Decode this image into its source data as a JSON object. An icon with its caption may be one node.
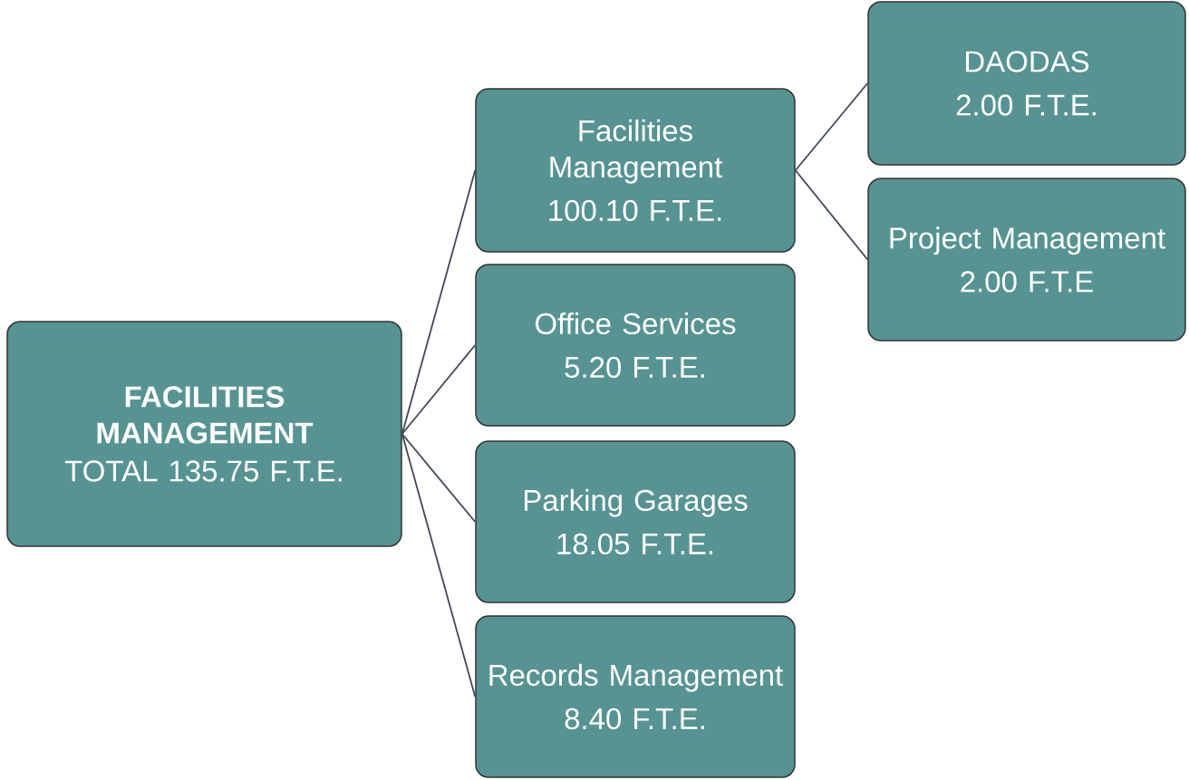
{
  "diagram": {
    "nodes": [
      {
        "text": [
          "FACILITIES MANAGEMENT",
          "TOTAL 135.75 F.T.E."
        ]
      },
      {
        "text": [
          "Facilities Management",
          "100.10 F.T.E."
        ]
      },
      {
        "text": [
          "Office Services",
          "5.20 F.T.E."
        ]
      },
      {
        "text": [
          "Parking Garages",
          "18.05 F.T.E."
        ]
      },
      {
        "text": [
          "Records Management",
          "8.40 F.T.E."
        ]
      },
      {
        "text": [
          "DAODAS",
          "2.00 F.T.E."
        ]
      },
      {
        "text": [
          "Project Management",
          "2.00 F.T.E"
        ]
      }
    ],
    "edges": [
      {
        "from": 0,
        "to": 1,
        "arrow": "none"
      },
      {
        "from": 0,
        "to": 2,
        "arrow": "none"
      },
      {
        "from": 0,
        "to": 3,
        "arrow": "none"
      },
      {
        "from": 0,
        "to": 4,
        "arrow": "none"
      },
      {
        "from": 1,
        "to": 5,
        "arrow": "none"
      },
      {
        "from": 1,
        "to": 6,
        "arrow": "none"
      }
    ]
  }
}
